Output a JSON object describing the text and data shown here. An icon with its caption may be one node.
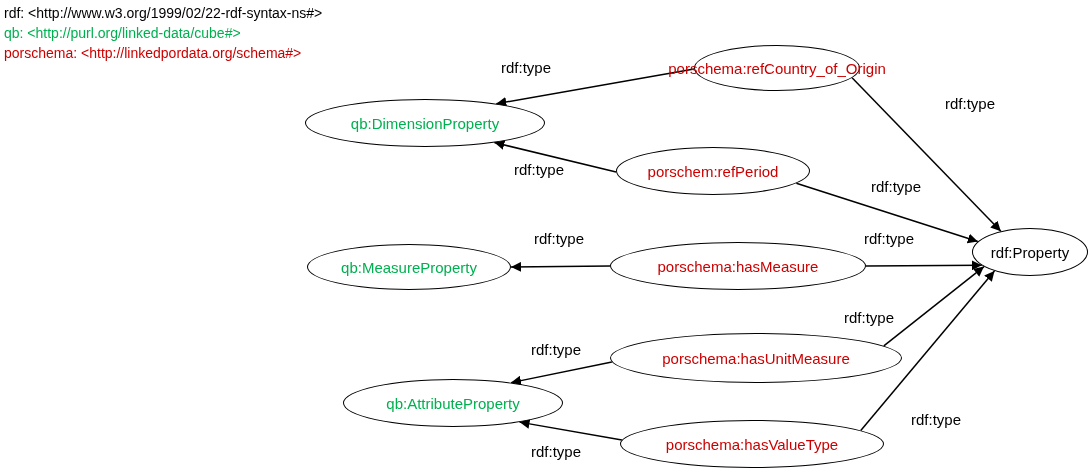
{
  "diagram": {
    "nodes": [
      {
        "text": [
          "porschema:refCountry_of_Origin"
        ]
      },
      {
        "text": [
          "qb:DimensionProperty"
        ]
      },
      {
        "text": [
          "porschem:refPeriod"
        ]
      },
      {
        "text": [
          "rdf:Property"
        ]
      },
      {
        "text": [
          "qb:MeasureProperty"
        ]
      },
      {
        "text": [
          "porschema:hasMeasure"
        ]
      },
      {
        "text": [
          "porschema:hasUnitMeasure"
        ]
      },
      {
        "text": [
          "qb:AttributeProperty"
        ]
      },
      {
        "text": [
          "porschema:hasValueType"
        ]
      }
    ],
    "edges": [
      {
        "from": 0,
        "to": 1,
        "arrow": "to",
        "label": "rdf:type"
      },
      {
        "from": 0,
        "to": 3,
        "arrow": "to",
        "label": "rdf:type"
      },
      {
        "from": 2,
        "to": 1,
        "arrow": "to",
        "label": "rdf:type"
      },
      {
        "from": 2,
        "to": 3,
        "arrow": "to",
        "label": "rdf:type"
      },
      {
        "from": 5,
        "to": 4,
        "arrow": "to",
        "label": "rdf:type"
      },
      {
        "from": 5,
        "to": 3,
        "arrow": "to",
        "label": "rdf:type"
      },
      {
        "from": 6,
        "to": 7,
        "arrow": "to",
        "label": "rdf:type"
      },
      {
        "from": 6,
        "to": 3,
        "arrow": "to",
        "label": "rdf:type"
      },
      {
        "from": 8,
        "to": 7,
        "arrow": "to",
        "label": "rdf:type"
      },
      {
        "from": 8,
        "to": 3,
        "arrow": "to",
        "label": "rdf:type"
      }
    ],
    "labels": [
      "rdf: <http://www.w3.org/1999/02/22-rdf-syntax-ns#>",
      "qb: <http://purl.org/linked-data/cube#>",
      "porschema: <http://linkedpordata.org/schema#>"
    ]
  }
}
